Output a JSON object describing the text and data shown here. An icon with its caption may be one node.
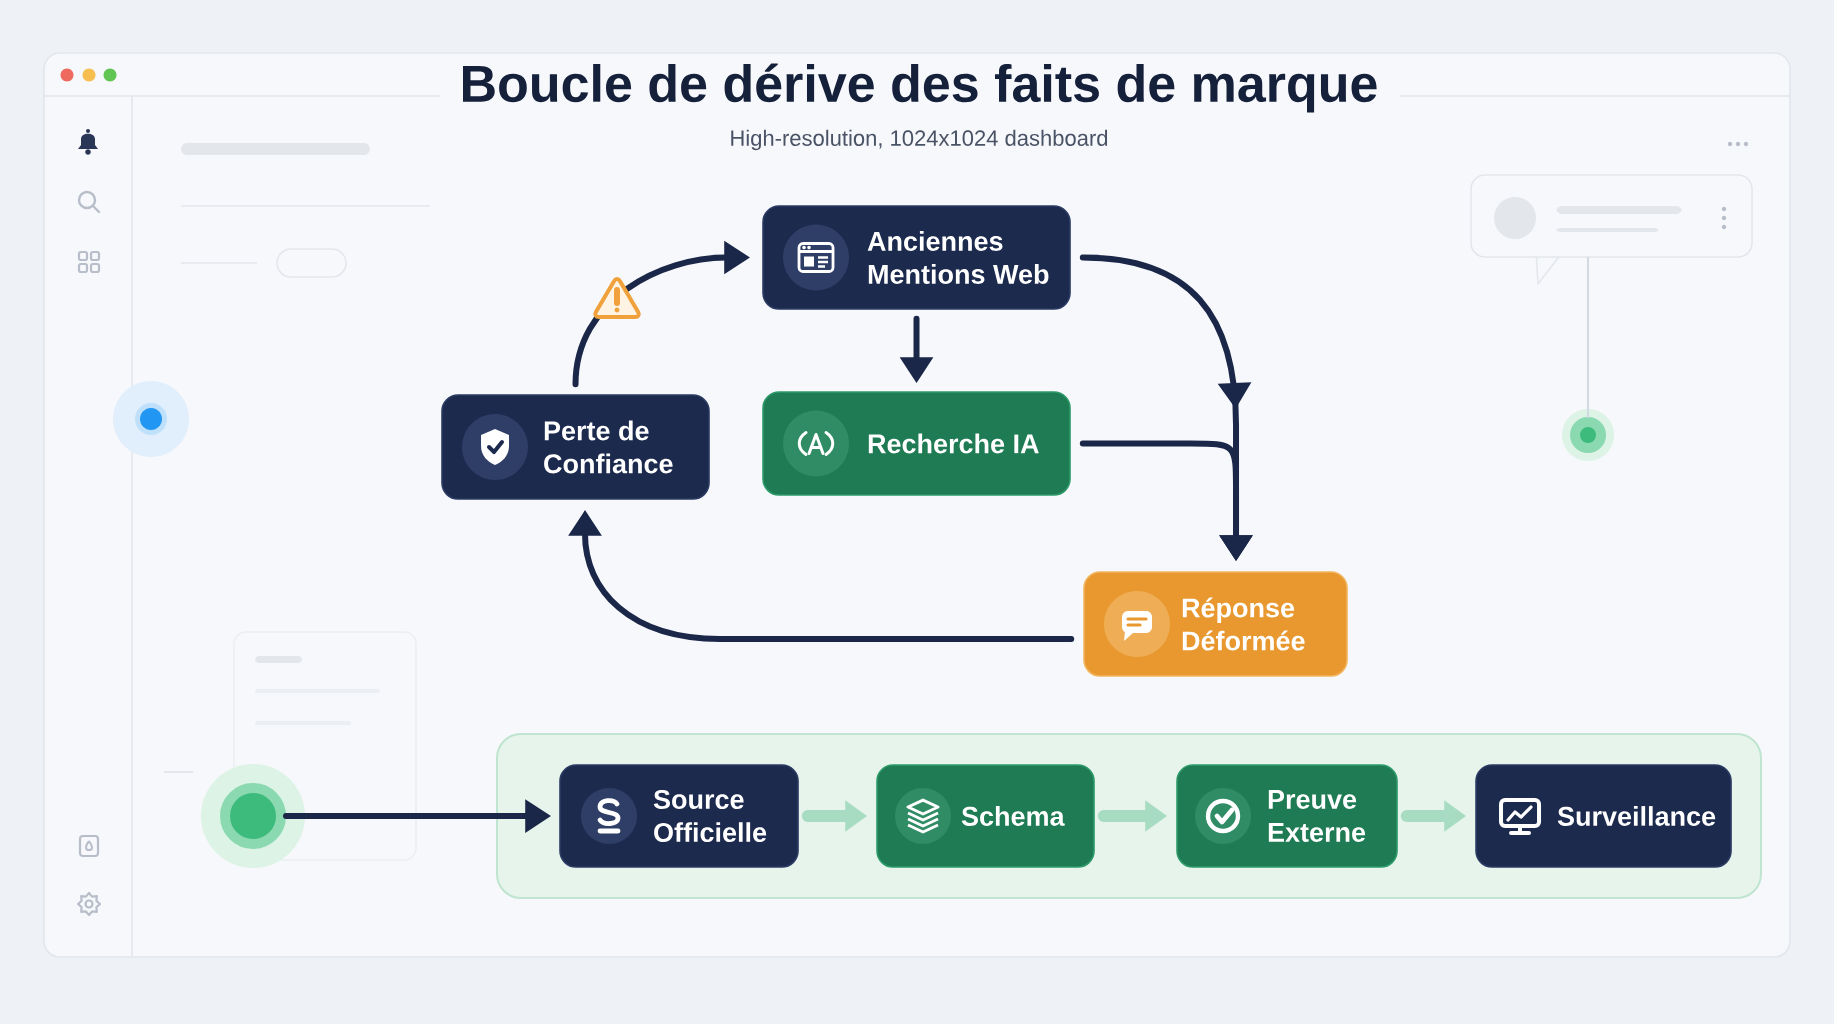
{
  "diagram": {
    "title": "Boucle de dérive des faits de marque",
    "nodes": [
      {
        "text": [
          "Anciennes Mentions Web"
        ]
      },
      {
        "text": [
          "Perte de Confiance"
        ]
      },
      {
        "text": [
          "Recherche IA"
        ]
      },
      {
        "text": [
          "Réponse Déformée"
        ]
      },
      {
        "text": [],
        "shape": "circle"
      },
      {
        "text": [],
        "shape": "box"
      },
      {
        "text": [
          "Source Officielle"
        ],
        "in": 5
      },
      {
        "text": [
          "Schema"
        ],
        "in": 5
      },
      {
        "text": [
          "Preuve Externe"
        ],
        "in": 5
      },
      {
        "text": [
          "Surveillance"
        ],
        "in": 5
      },
      {
        "text": [],
        "shape": "box"
      },
      {
        "text": [],
        "shape": "circle"
      }
    ],
    "edges": [
      {
        "from": 1,
        "to": 0,
        "arrow": "to"
      },
      {
        "from": 0,
        "to": 2,
        "arrow": "to"
      },
      {
        "from": 0,
        "to": 3,
        "arrow": "to"
      },
      {
        "from": 2,
        "to": 3,
        "arrow": "to"
      },
      {
        "from": 3,
        "to": 1,
        "arrow": "to"
      },
      {
        "from": 4,
        "to": 6,
        "arrow": "to"
      },
      {
        "from": 6,
        "to": 7,
        "arrow": "to",
        "style": "thick",
        "color": "#a8dcc2"
      },
      {
        "from": 7,
        "to": 8,
        "arrow": "to",
        "style": "thick",
        "color": "#a8dcc2"
      },
      {
        "from": 8,
        "to": 9,
        "arrow": "to",
        "style": "thick",
        "color": "#a8dcc2"
      },
      {
        "from": 10,
        "to": 11,
        "arrow": "none",
        "color": "#d3d9e1"
      }
    ],
    "labels": [
      "High-resolution, 1024x1024 dashboard"
    ]
  }
}
